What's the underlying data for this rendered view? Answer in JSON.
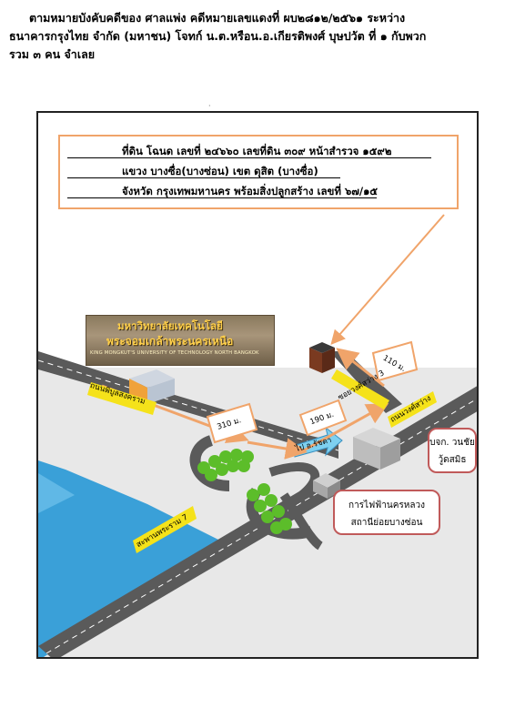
{
  "header": {
    "line1": "ตามหมายบังคับคดีของ  ศาลแพ่ง คดีหมายเลขแดงที่  ผบ๒๘๑๒/๒๕๖๑ ระหว่าง",
    "line2": "ธนาคารกรุงไทย จำกัด (มหาชน) โจทก์  น.ต.หรือน.อ.เกียรติพงศ์ บุษปวัต ที่ ๑ กับพวก",
    "line3": "รวม ๓ คน    จำเลย"
  },
  "callout": {
    "line1": "ที่ดิน โฉนด เลขที่ ๒๔๖๖๐ เลขที่ดิน ๓๐๙ หน้าสำรวจ ๑๕๙๒",
    "line2": "แขวง บางซื่อ(บางซ่อน) เขต ดุสิต (บางซื่อ)",
    "line3": "จังหวัด กรุงเทพมหานคร  พร้อมสิ่งปลูกสร้าง เลขที่ ๖๗/๑๕"
  },
  "university_banner": {
    "thai_line1": "มหาวิทยาลัยเทคโนโลยี",
    "thai_line2": "พระจอมเกล้าพระนครเหนือ",
    "english": "KING MONGKUT'S UNIVERSITY OF TECHNOLOGY NORTH BANGKOK"
  },
  "road_labels": {
    "pibulsongkram": "ถนนพิบูลสงคราม",
    "soi_wongsawang3": "ซอยวงศ์สว่าง 3",
    "thanon_wongsawang": "ถนนวงศ์สว่าง",
    "phra_ram7_bridge": "สะพานพระราม 7",
    "to_ratchada": "ไป อ.รัชดา"
  },
  "distances": {
    "d1": "310 ม.",
    "d2": "190 ม.",
    "d3": "110 ม."
  },
  "places": {
    "company_line1": "บจก. วนชัย",
    "company_line2": "วู้ดสมิธ",
    "electric_line1": "การไฟฟ้านครหลวง",
    "electric_line2": "สถานีย่อยบางซ่อน"
  },
  "colors": {
    "route_arrow": "#f0a46a",
    "callout_border": "#f0a46a",
    "road_label_bg": "#f5e21a",
    "place_box_border": "#c05a5a",
    "river": "#3aa0d8",
    "road": "#5a5a5a",
    "grass": "#e6e6e6",
    "tree": "#5cbd2a"
  }
}
